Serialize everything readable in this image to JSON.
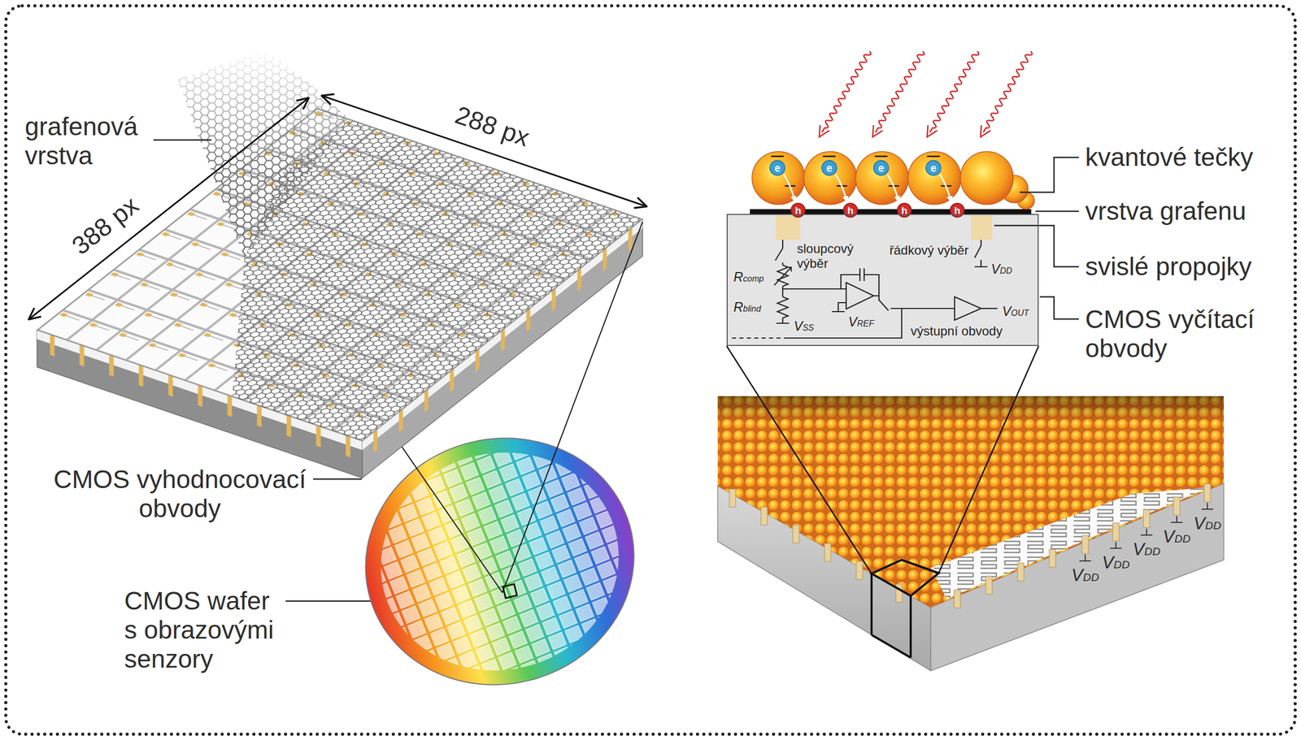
{
  "diagram": {
    "nodes": [
      {
        "text": [
          "e"
        ]
      },
      {
        "text": [
          "e"
        ]
      },
      {
        "text": [
          "e"
        ]
      },
      {
        "text": [
          "e"
        ]
      },
      {
        "text": [
          "h"
        ]
      },
      {
        "text": [
          "h"
        ]
      },
      {
        "text": [
          "h"
        ]
      },
      {
        "text": [
          "h"
        ]
      },
      {
        "text": [
          "sloupcový výběr",
          "řádkový výběr",
          "VDD",
          "Rcomp",
          "Rblind",
          "VSS",
          "VREF",
          "VOUT",
          "výstupní obvody"
        ]
      }
    ],
    "labels": [
      "grafenová vrstva",
      "388 px",
      "288 px",
      "CMOS vyhodnocovací obvody",
      "CMOS wafer s obrazovými senzory",
      "kvantové tečky",
      "vrstva grafenu",
      "svislé propojky",
      "CMOS vyčítací obvody",
      "VDD",
      "VDD",
      "VDD",
      "VDD",
      "VDD"
    ]
  }
}
